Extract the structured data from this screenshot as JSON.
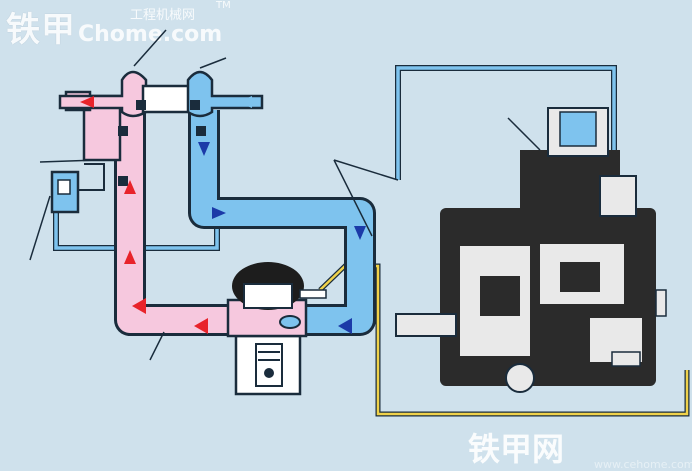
{
  "watermark_top": {
    "brand_cn": "铁甲",
    "brand_en": "Chome.com",
    "subtitle": "工程机械网",
    "tm": "TM"
  },
  "watermark_bottom": {
    "brand_cn": "铁甲网",
    "url": "www.cehome.com"
  },
  "colors": {
    "background": "#cfe1ec",
    "hot_pipe": "#f6c8de",
    "cold_pipe": "#7ec3ee",
    "pipe_outline": "#1a2c3c",
    "signal_line": "#f0d24a",
    "arrow_red": "#e8232a",
    "arrow_blue": "#1b3aa8",
    "pump_dark": "#2b2b2b",
    "pump_light": "#e9e9e9"
  },
  "icons": [
    "turbocharger-icon",
    "cylinder-piston-icon",
    "injection-pump-icon",
    "boost-sensor-icon"
  ]
}
